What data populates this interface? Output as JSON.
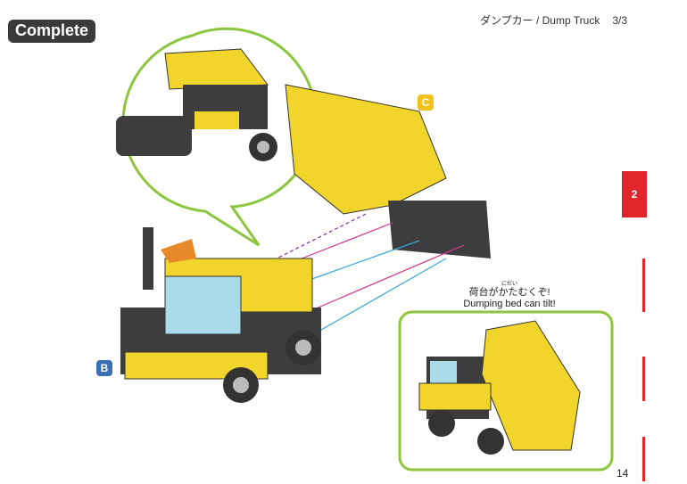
{
  "badge": "Complete",
  "header": {
    "title": "ダンプカー / Dump Truck",
    "page": "3/3"
  },
  "section_tab": "2",
  "labels": {
    "b": "B",
    "c": "C"
  },
  "caption": {
    "ruby": "にだい",
    "jp": "荷台がかたむくぞ!",
    "en": "Dumping bed can tilt!"
  },
  "page_number": "14",
  "colors": {
    "yellow": "#f2d52a",
    "dark": "#3d3d3f",
    "blue": "#a9dbe8",
    "green": "#8cc63f",
    "red": "#e0262a",
    "label_blue": "#3b6fb5",
    "label_yellow": "#f2c21a"
  }
}
